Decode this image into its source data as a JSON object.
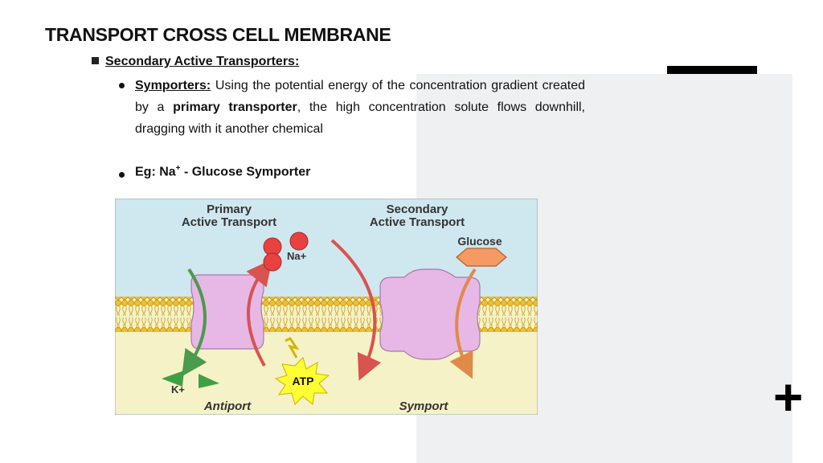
{
  "slide": {
    "title": "TRANSPORT CROSS CELL MEMBRANE",
    "level1": "Secondary Active Transporters:",
    "symporters_term": "Symporters:",
    "symporters_text_1": " Using the potential energy of the concentration gradient created by a ",
    "symporters_bold": "primary transporter",
    "symporters_text_2": ", the high concentration solute flows downhill, dragging with it another chemical",
    "eg_prefix": "Eg: Na",
    "eg_sup": "+",
    "eg_suffix": " - Glucose Symporter"
  },
  "diagram": {
    "primary_line1": "Primary",
    "primary_line2": "Active Transport",
    "secondary_line1": "Secondary",
    "secondary_line2": "Active Transport",
    "na_label": "Na+",
    "glucose_label": "Glucose",
    "k_label": "K+",
    "atp_label": "ATP",
    "antiport_label": "Antiport",
    "symport_label": "Symport"
  },
  "decor": {
    "plus_glyph": "+"
  },
  "colors": {
    "extracellular": "#cfe7ef",
    "intracellular": "#f6f2c8",
    "protein": "#e7b8e6",
    "na": "#e8413f",
    "glucose": "#f59a62",
    "k": "#3ea043",
    "atp": "#ffff33"
  }
}
